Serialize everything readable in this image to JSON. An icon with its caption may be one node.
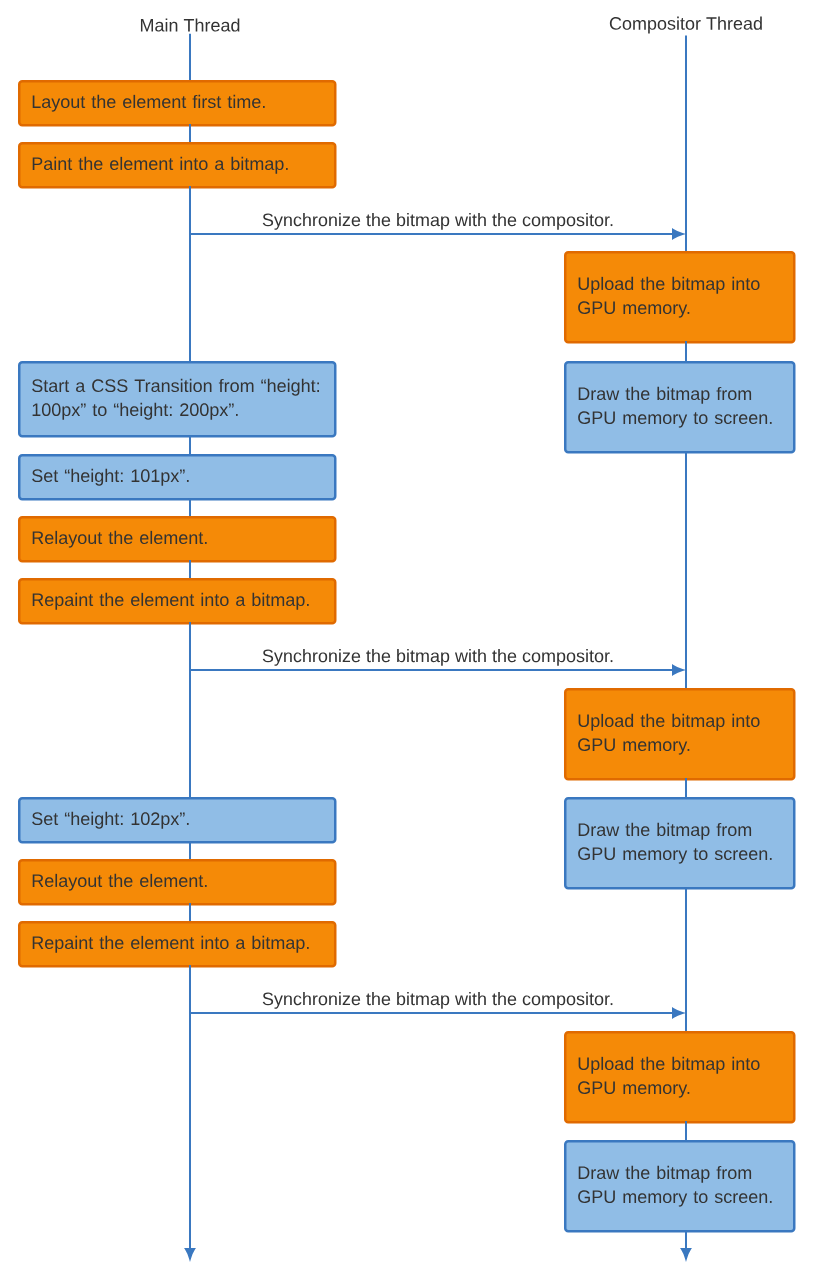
{
  "diagram": {
    "nodes": [
      {
        "text": [
          "Main Thread"
        ]
      },
      {
        "text": [
          "Compositor Thread"
        ]
      },
      {
        "text": [
          "Layout the element first time."
        ]
      },
      {
        "text": [
          "Paint the element into a bitmap."
        ]
      },
      {
        "text": [
          "Upload the bitmap into GPU memory."
        ]
      },
      {
        "text": [
          "Start a CSS Transition from “height: 100px” to “height: 200px”."
        ]
      },
      {
        "text": [
          "Draw the bitmap from GPU memory to screen."
        ]
      },
      {
        "text": [
          "Set “height: 101px”."
        ]
      },
      {
        "text": [
          "Relayout the element."
        ]
      },
      {
        "text": [
          "Repaint the element into a bitmap."
        ]
      },
      {
        "text": [
          "Upload the bitmap into GPU memory."
        ]
      },
      {
        "text": [
          "Set “height: 102px”."
        ]
      },
      {
        "text": [
          "Draw the bitmap from GPU memory to screen."
        ]
      },
      {
        "text": [
          "Relayout the element."
        ]
      },
      {
        "text": [
          "Repaint the element into a bitmap."
        ]
      },
      {
        "text": [
          "Upload the bitmap into GPU memory."
        ]
      },
      {
        "text": [
          "Draw the bitmap from GPU memory to screen."
        ]
      }
    ],
    "edges": [
      {
        "from": 0,
        "to": null,
        "arrow": "to"
      },
      {
        "from": 1,
        "to": null,
        "arrow": "to"
      },
      {
        "from": 3,
        "to": 4,
        "arrow": "to",
        "label": "Synchronize the bitmap with the compositor."
      },
      {
        "from": 9,
        "to": 10,
        "arrow": "to",
        "label": "Synchronize the bitmap with the compositor."
      },
      {
        "from": 14,
        "to": 15,
        "arrow": "to",
        "label": "Synchronize the bitmap with the compositor."
      }
    ]
  }
}
